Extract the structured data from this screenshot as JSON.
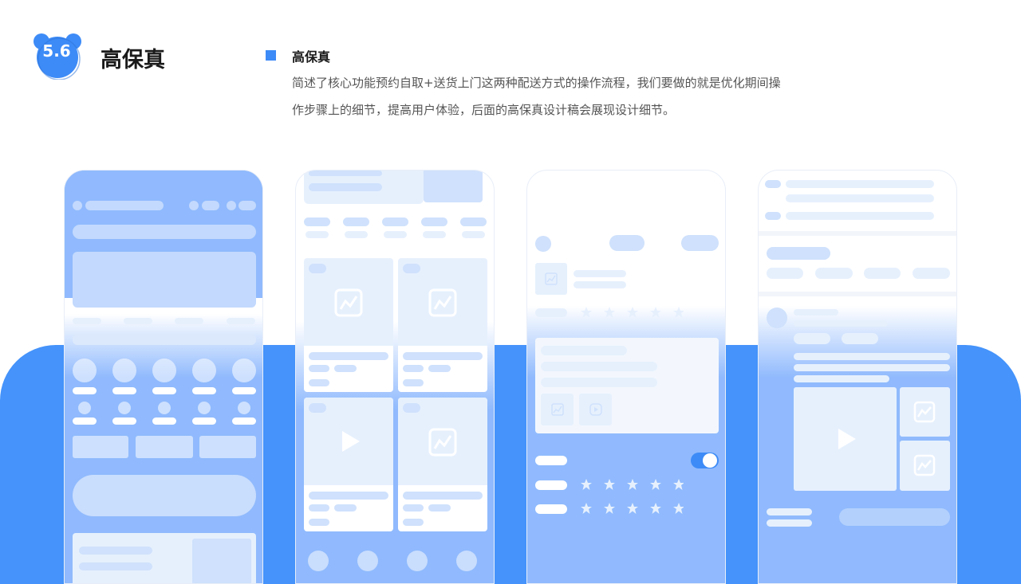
{
  "header": {
    "badge_number": "5.6",
    "section_title": "高保真",
    "subtitle": "高保真",
    "description_lines": [
      "简述了核心功能预约自取+送货上门这两种配送方式的操作流程，我们要做的就是优化期间操",
      "作步骤上的细节，提高用户体验，后面的高保真设计稿会展现设计细节。"
    ]
  },
  "colors": {
    "accent": "#3d8bf7",
    "band": "#4593fb",
    "placeholder": "#e6f0fd"
  },
  "mockups": [
    {
      "name": "home-screen-mockup"
    },
    {
      "name": "product-grid-mockup"
    },
    {
      "name": "review-form-mockup"
    },
    {
      "name": "post-detail-mockup"
    }
  ]
}
